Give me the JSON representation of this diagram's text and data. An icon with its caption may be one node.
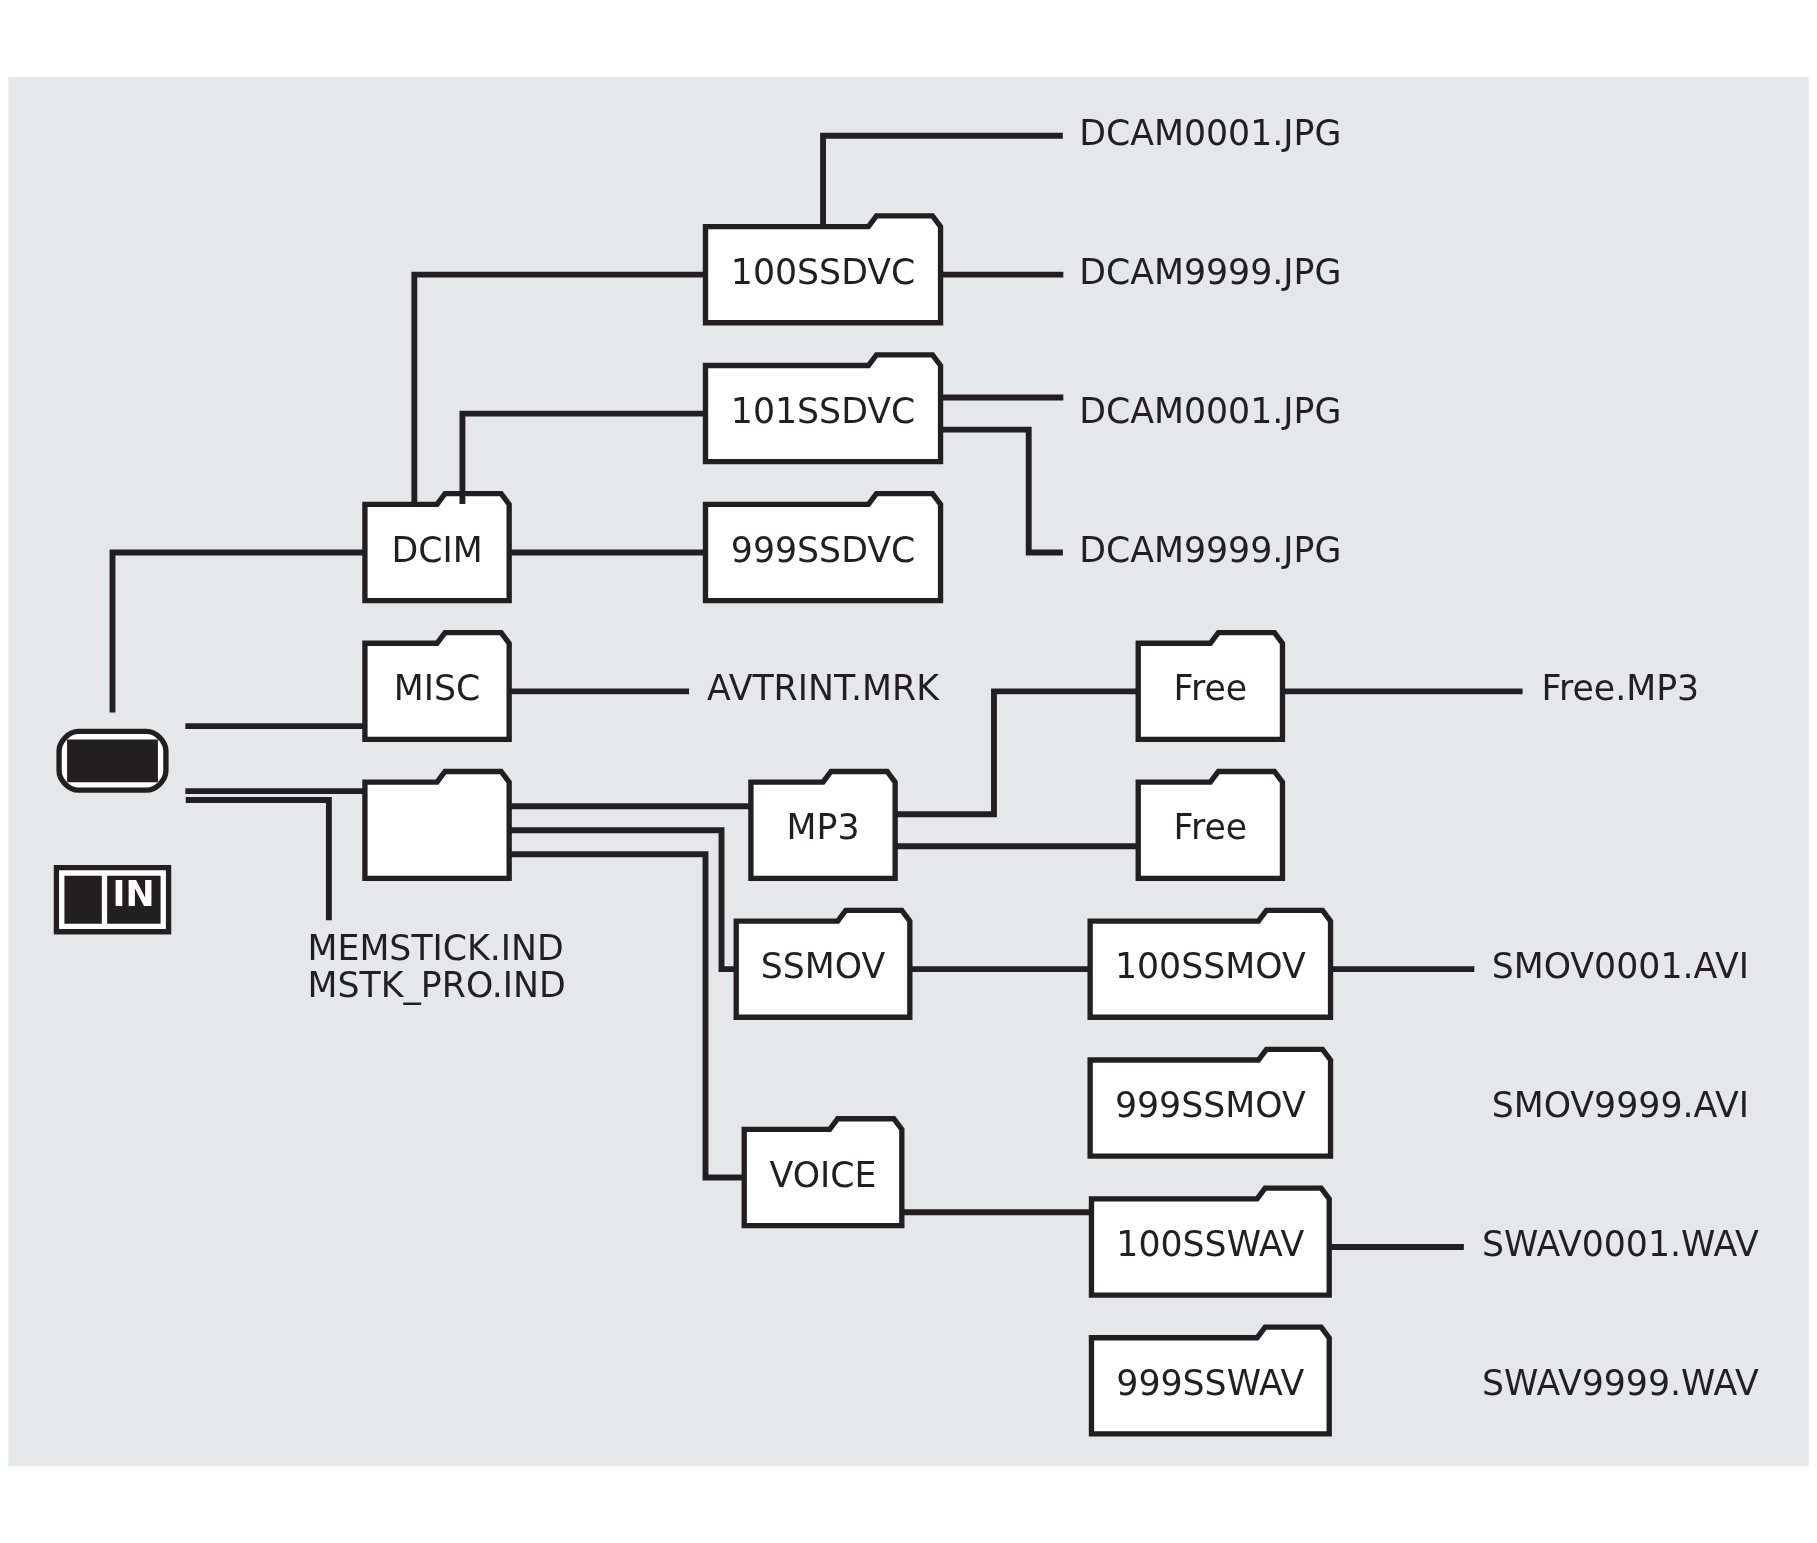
{
  "diagram": {
    "nodes": [
      {
        "text": [],
        "shape": "picture"
      },
      {
        "text": [
          "IN"
        ]
      },
      {
        "text": [
          "DCIM"
        ]
      },
      {
        "text": [
          "100SSDVC"
        ]
      },
      {
        "text": [
          "DCAM0001.JPG"
        ]
      },
      {
        "text": [
          "DCAM9999.JPG"
        ]
      },
      {
        "text": [
          "101SSDVC"
        ]
      },
      {
        "text": [
          "DCAM0001.JPG"
        ]
      },
      {
        "text": [
          "DCAM9999.JPG"
        ]
      },
      {
        "text": [
          "999SSDVC"
        ]
      },
      {
        "text": [
          "MISC"
        ]
      },
      {
        "text": [
          "AVTRINT.MRK"
        ]
      },
      {
        "text": [],
        "shape": "folder"
      },
      {
        "text": [
          "MP3"
        ]
      },
      {
        "text": [
          "Free"
        ]
      },
      {
        "text": [
          "Free.MP3"
        ]
      },
      {
        "text": [
          "Free"
        ]
      },
      {
        "text": [
          "SSMOV"
        ]
      },
      {
        "text": [
          "100SSMOV"
        ]
      },
      {
        "text": [
          "SMOV0001.AVI"
        ]
      },
      {
        "text": [
          "999SSMOV"
        ]
      },
      {
        "text": [
          "VOICE"
        ]
      },
      {
        "text": [
          "100SSWAV"
        ]
      },
      {
        "text": [
          "SWAV0001.WAV"
        ]
      },
      {
        "text": [
          "999SSWAV"
        ]
      },
      {
        "text": [
          "MEMSTICK.IND",
          "MSTK_PRO.IND"
        ]
      }
    ],
    "edges": [
      {
        "from": 0,
        "to": 2,
        "arrow": "none"
      },
      {
        "from": 2,
        "to": 3,
        "arrow": "none"
      },
      {
        "from": 3,
        "to": 4,
        "arrow": "none"
      },
      {
        "from": 3,
        "to": 5,
        "arrow": "none"
      },
      {
        "from": 2,
        "to": 6,
        "arrow": "none"
      },
      {
        "from": 6,
        "to": 7,
        "arrow": "none"
      },
      {
        "from": 6,
        "to": 8,
        "arrow": "none"
      },
      {
        "from": 2,
        "to": 9,
        "arrow": "none"
      },
      {
        "from": 0,
        "to": 10,
        "arrow": "none"
      },
      {
        "from": 10,
        "to": 11,
        "arrow": "none"
      },
      {
        "from": 0,
        "to": 12,
        "arrow": "none"
      },
      {
        "from": 12,
        "to": 13,
        "arrow": "none"
      },
      {
        "from": 13,
        "to": 14,
        "arrow": "none"
      },
      {
        "from": 14,
        "to": 15,
        "arrow": "none"
      },
      {
        "from": 13,
        "to": 16,
        "arrow": "none"
      },
      {
        "from": 12,
        "to": 17,
        "arrow": "none"
      },
      {
        "from": 17,
        "to": 18,
        "arrow": "none"
      },
      {
        "from": 18,
        "to": 19,
        "arrow": "none"
      },
      {
        "from": 12,
        "to": 21,
        "arrow": "none"
      },
      {
        "from": 21,
        "to": 22,
        "arrow": "none"
      },
      {
        "from": 22,
        "to": 23,
        "arrow": "none"
      },
      {
        "from": 0,
        "to": 25,
        "arrow": "none"
      }
    ],
    "labels": [
      "SMOV9999.AVI",
      "SWAV9999.WAV"
    ]
  }
}
